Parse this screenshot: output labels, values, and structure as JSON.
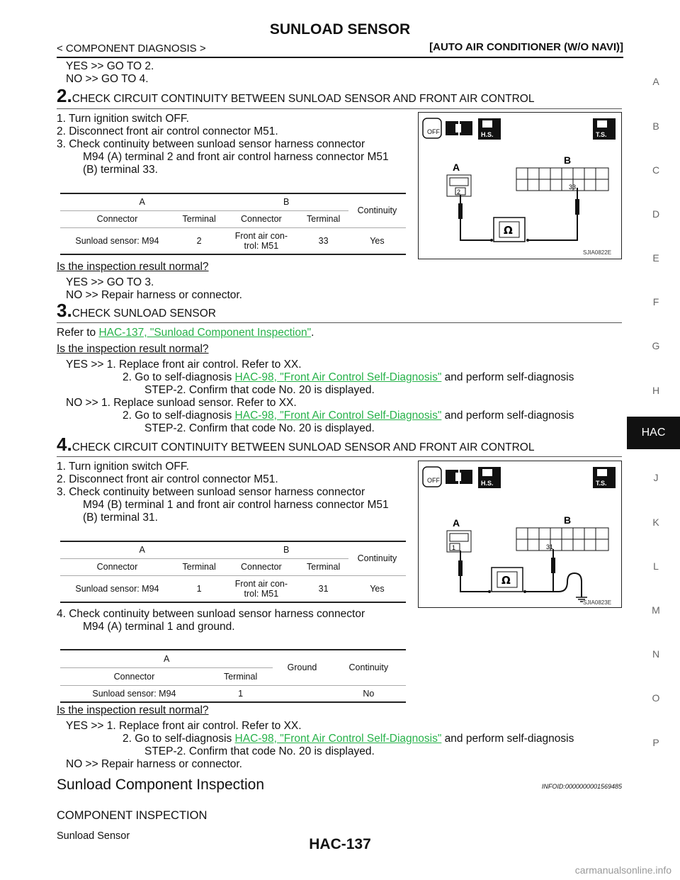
{
  "header": {
    "title": "SUNLOAD SENSOR",
    "breadcrumb_left": "< COMPONENT DIAGNOSIS >",
    "breadcrumb_right": "[AUTO AIR CONDITIONER (W/O NAVI)]"
  },
  "sidebar": {
    "letters": [
      "A",
      "B",
      "C",
      "D",
      "E",
      "F",
      "G",
      "H",
      "J",
      "K",
      "L",
      "M",
      "N",
      "O",
      "P"
    ],
    "active_tab": "HAC"
  },
  "top": {
    "yes": "YES    >> GO TO 2.",
    "no": "NO     >> GO TO 4."
  },
  "step2": {
    "number": "2.",
    "heading": "CHECK CIRCUIT CONTINUITY BETWEEN SUNLOAD SENSOR AND FRONT AIR CONTROL",
    "lines": [
      "1.  Turn ignition switch OFF.",
      "2.  Disconnect front air control connector M51.",
      "3.  Check continuity between sunload sensor harness connector",
      "M94 (A) terminal 2 and front air control harness connector M51",
      "(B) terminal 33."
    ],
    "table": {
      "h_a": "A",
      "h_b": "B",
      "h_cont": "Continuity",
      "connector": "Connector",
      "terminal": "Terminal",
      "c1": "Sunload sensor: M94",
      "t1": "2",
      "c2a": "Front air con-",
      "c2b": "trol: M51",
      "t2": "33",
      "result": "Yes"
    },
    "diagram": {
      "label_a": "A",
      "label_b": "B",
      "pin_a": "2",
      "pin_b": "33",
      "hs": "H.S.",
      "ts": "T.S.",
      "off": "OFF",
      "ohm": "Ω",
      "code": "SJIA0822E"
    },
    "question": "Is the inspection result normal?",
    "yes": "YES    >> GO TO 3.",
    "no": "NO     >> Repair harness or connector."
  },
  "step3": {
    "number": "3.",
    "heading": "CHECK SUNLOAD SENSOR",
    "refer_prefix": "Refer to ",
    "refer_link": "HAC-137, \"Sunload Component Inspection\"",
    "refer_suffix": ".",
    "question": "Is the inspection result normal?",
    "yes_label": "YES    >> 1.  Replace front air control. Refer to XX.",
    "yes_2a": "2.  Go to self-diagnosis ",
    "yes_2link": "HAC-98, \"Front Air Control Self-Diagnosis\"",
    "yes_2b": " and perform self-diagnosis",
    "yes_2c": "STEP-2. Confirm that code No. 20 is displayed.",
    "no_label": "NO     >> 1.  Replace sunload sensor. Refer to XX.",
    "no_2a": "2.  Go to self-diagnosis ",
    "no_2link": "HAC-98, \"Front Air Control Self-Diagnosis\"",
    "no_2b": " and perform self-diagnosis",
    "no_2c": "STEP-2. Confirm that code No. 20 is displayed."
  },
  "step4": {
    "number": "4.",
    "heading": "CHECK CIRCUIT CONTINUITY BETWEEN SUNLOAD SENSOR AND FRONT AIR CONTROL",
    "lines": [
      "1.  Turn ignition switch OFF.",
      "2.  Disconnect front air control connector M51.",
      "3.  Check continuity between sunload sensor harness connector",
      "M94 (B) terminal 1 and front air control harness connector M51",
      "(B) terminal 31."
    ],
    "table": {
      "h_a": "A",
      "h_b": "B",
      "h_cont": "Continuity",
      "connector": "Connector",
      "terminal": "Terminal",
      "c1": "Sunload sensor: M94",
      "t1": "1",
      "c2a": "Front air con-",
      "c2b": "trol: M51",
      "t2": "31",
      "result": "Yes"
    },
    "diagram": {
      "label_a": "A",
      "label_b": "B",
      "pin_a": "1",
      "pin_b": "31",
      "hs": "H.S.",
      "ts": "T.S.",
      "off": "OFF",
      "ohm": "Ω",
      "code": "SJIA0823E"
    },
    "line4a": "4.  Check continuity between sunload sensor harness connector",
    "line4b": "M94 (A) terminal 1 and ground.",
    "table2": {
      "h_a": "A",
      "ground": "Ground",
      "h_cont": "Continuity",
      "connector": "Connector",
      "terminal": "Terminal",
      "c1": "Sunload sensor: M94",
      "t1": "1",
      "result": "No"
    },
    "question": "Is the inspection result normal?",
    "yes_label": "YES    >> 1.  Replace front air control. Refer to XX.",
    "yes_2a": "2.  Go to self-diagnosis ",
    "yes_2link": "HAC-98, \"Front Air Control Self-Diagnosis\"",
    "yes_2b": " and perform self-diagnosis",
    "yes_2c": "STEP-2. Confirm that code No. 20 is displayed.",
    "no": "NO     >> Repair harness or connector."
  },
  "section": {
    "title": "Sunload Component Inspection",
    "infoid": "INFOID:0000000001569485",
    "subhead": "COMPONENT INSPECTION",
    "item": "Sunload Sensor"
  },
  "footer": {
    "page": "HAC-137",
    "watermark": "carmanualsonline.info"
  }
}
